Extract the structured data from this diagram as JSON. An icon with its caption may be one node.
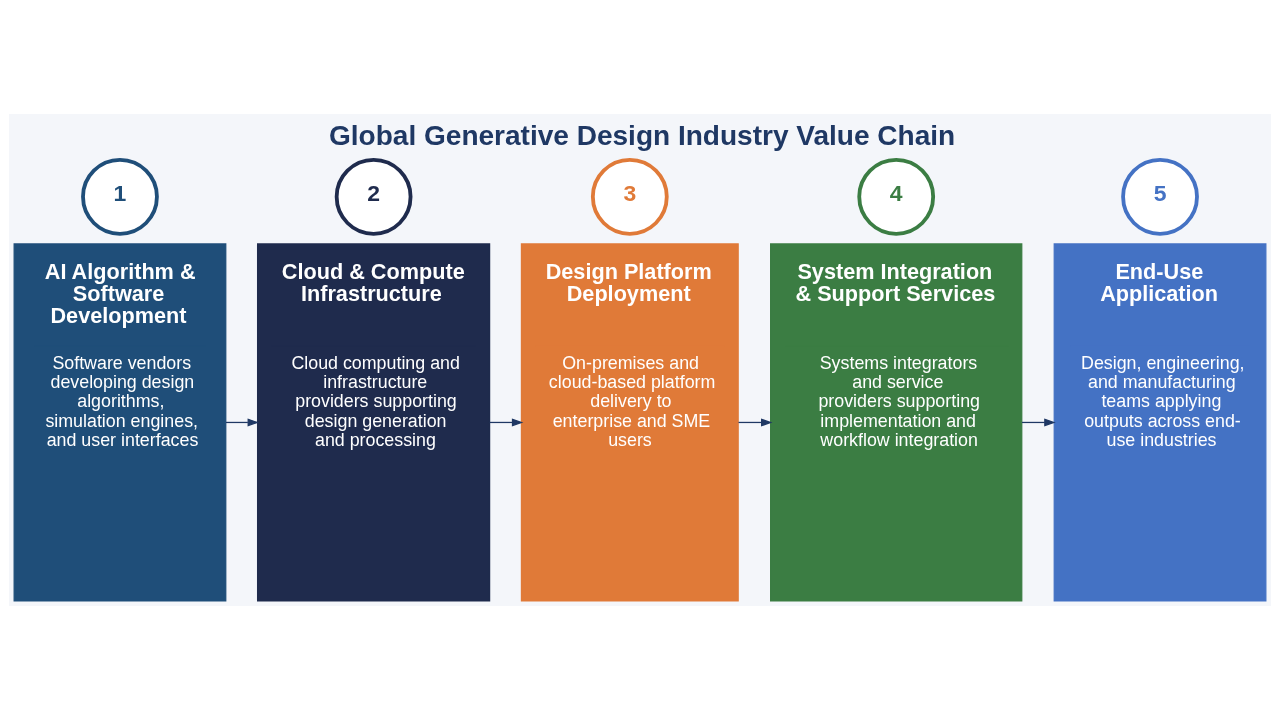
{
  "diagram": {
    "title": "Global Generative Design Industry Value Chain",
    "nodes": [
      {
        "text": [
          "1"
        ]
      },
      {
        "text": [
          "AI Algorithm & Software Development",
          "Software vendors developing design algorithms, simulation engines, and user interfaces"
        ]
      },
      {
        "text": [
          "2"
        ]
      },
      {
        "text": [
          "Cloud & Compute Infrastructure",
          "Cloud computing and infrastructure providers supporting design generation and processing"
        ]
      },
      {
        "text": [
          "3"
        ]
      },
      {
        "text": [
          "Design Platform Deployment",
          "On-premises and cloud-based platform delivery to enterprise and SME users"
        ]
      },
      {
        "text": [
          "4"
        ]
      },
      {
        "text": [
          "System Integration & Support Services",
          "Systems integrators and service providers supporting implementation and workflow integration"
        ]
      },
      {
        "text": [
          "5"
        ]
      },
      {
        "text": [
          "End-Use Application",
          "Design, engineering, and manufacturing teams applying outputs across end-use industries"
        ]
      }
    ],
    "edges": [
      {
        "from": 1,
        "to": 3,
        "arrow": "to"
      },
      {
        "from": 3,
        "to": 5,
        "arrow": "to"
      },
      {
        "from": 5,
        "to": 7,
        "arrow": "to"
      },
      {
        "from": 7,
        "to": 9,
        "arrow": "to"
      }
    ]
  }
}
